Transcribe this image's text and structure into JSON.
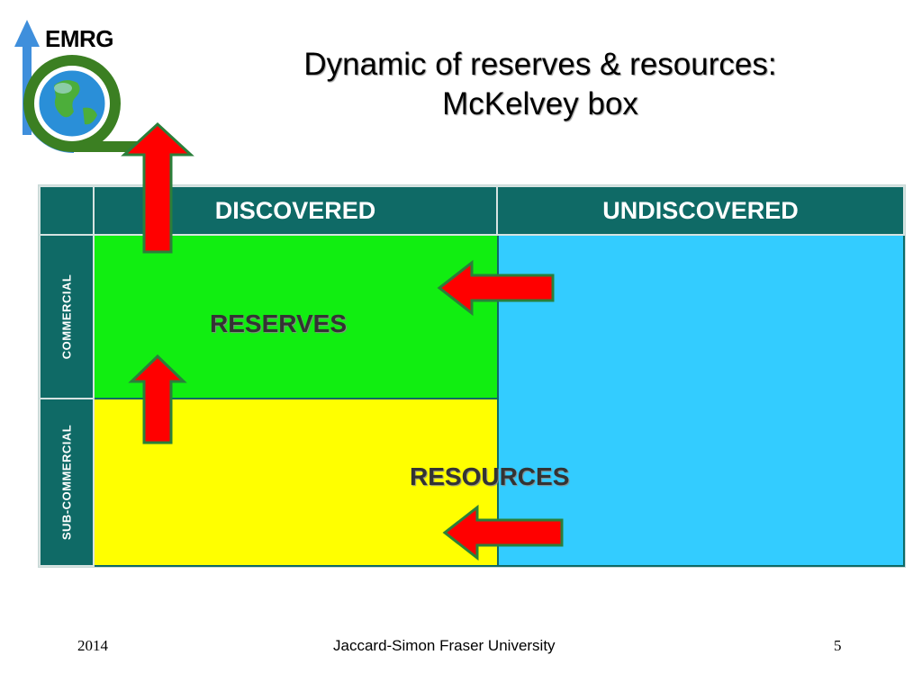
{
  "logo": {
    "text": "EMRG"
  },
  "title": {
    "line1": "Dynamic of reserves & resources:",
    "line2": "McKelvey box"
  },
  "diagram": {
    "col_headers": [
      "DISCOVERED",
      "UNDISCOVERED"
    ],
    "row_headers": [
      "COMMERCIAL",
      "SUB-COMMERCIAL"
    ],
    "zones": {
      "reserves": "RESERVES",
      "resources": "RESOURCES"
    },
    "colors": {
      "frame": "#0f6a66",
      "reserves": "#11ee11",
      "subcommercial_discovered": "#ffff00",
      "undiscovered": "#33ccff",
      "arrow_fill": "#ff0000",
      "arrow_outline": "#2a7f3a"
    },
    "arrows": [
      "up-arrow-out-of-box",
      "up-arrow-resources-to-reserves",
      "left-arrow-undiscovered-to-reserves",
      "left-arrow-undiscovered-to-resources"
    ]
  },
  "footer": {
    "year": "2014",
    "center": "Jaccard-Simon Fraser University",
    "page": "5"
  }
}
